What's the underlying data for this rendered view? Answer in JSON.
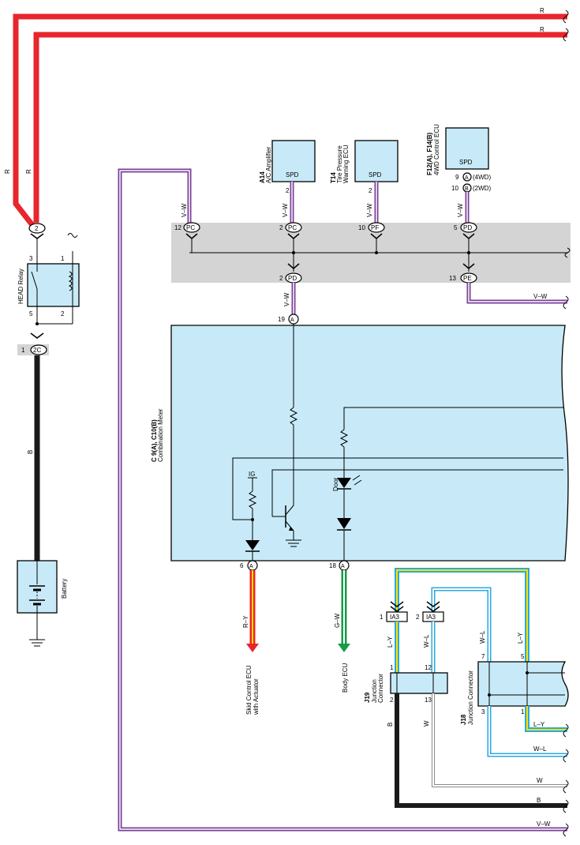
{
  "wire_labels": {
    "r_top1": "R",
    "r_top2": "R",
    "r_left1": "R",
    "r_left2": "R",
    "b_main": "B",
    "vw_pc12": "V–W",
    "vw_a14": "V–W",
    "vw_t14": "V–W",
    "vw_f12": "V–W",
    "vw_pd2": "V–W",
    "vw_pe13": "V–W",
    "vw_bottom": "V–W",
    "ry": "R–Y",
    "gw": "G–W",
    "ly_left": "L–Y",
    "wl_left": "W–L",
    "ly_right": "L–Y",
    "wl_right": "W–L",
    "ly_j18": "L–Y",
    "wl_j18": "W–L",
    "w_j19": "W",
    "b_j19": "B",
    "w_bottom": "W",
    "b_bottom": "B"
  },
  "components": {
    "a14": {
      "code": "A14",
      "name": "A/C Amplifier",
      "pin_label": "SPD",
      "pin": "2"
    },
    "t14": {
      "code": "T14",
      "name_line1": "Tire Pressure",
      "name_line2": "Warning ECU",
      "pin_label": "SPD",
      "pin": "2"
    },
    "f12": {
      "code": "F12(A), F14(B)",
      "name": "4WD Control ECU",
      "pin_label": "SPD",
      "pin_a": "9",
      "conn_a": "A",
      "note_a": "(4WD)",
      "pin_b": "10",
      "conn_b": "B",
      "note_b": "(2WD)"
    },
    "head_relay": {
      "name": "HEAD Relay",
      "pin3": "3",
      "pin1": "1",
      "pin5": "5",
      "pin2": "2"
    },
    "battery": {
      "name": "Battery"
    },
    "meter": {
      "code": "C 9(A), C10(B)",
      "name": "Combination Meter",
      "ig_label": "IG",
      "door_label": "Door"
    },
    "j19": {
      "code": "J19",
      "name_line1": "Junction",
      "name_line2": "Connector",
      "pin1": "1",
      "pin12": "12",
      "pin2": "2",
      "pin13": "13"
    },
    "j18": {
      "code": "J18",
      "name": "Junction Connector",
      "pin7": "7",
      "pin5": "5",
      "pin3": "3",
      "pin1": "1"
    }
  },
  "connectors": {
    "relay_top": {
      "id": "2"
    },
    "relay_bottom": {
      "pin": "1",
      "id": "2C"
    },
    "pc12": {
      "pin": "12",
      "id": "PC"
    },
    "pc2": {
      "pin": "2",
      "id": "PC"
    },
    "pf10": {
      "pin": "10",
      "id": "PF"
    },
    "pd5": {
      "pin": "5",
      "id": "PD"
    },
    "pd2": {
      "pin": "2",
      "id": "PD"
    },
    "pe13": {
      "pin": "13",
      "id": "PE"
    },
    "meter19": {
      "pin": "19",
      "id": "A"
    },
    "meter6": {
      "pin": "6",
      "id": "A"
    },
    "meter18": {
      "pin": "18",
      "id": "A"
    },
    "ia3_1": {
      "pin": "1",
      "id": "IA3"
    },
    "ia3_2": {
      "pin": "2",
      "id": "IA3"
    }
  },
  "destinations": {
    "skid_line1": "Skid Control ECU",
    "skid_line2": "with Actuator",
    "body_ecu": "Body ECU"
  },
  "colors": {
    "red": "#e8262d",
    "violet": "#7b3f98",
    "green": "#1a9a48",
    "blue": "#29a9e0",
    "yellow": "#ffe000",
    "gray_band": "#d4d4d4",
    "component_blue": "#c8eaf8"
  }
}
